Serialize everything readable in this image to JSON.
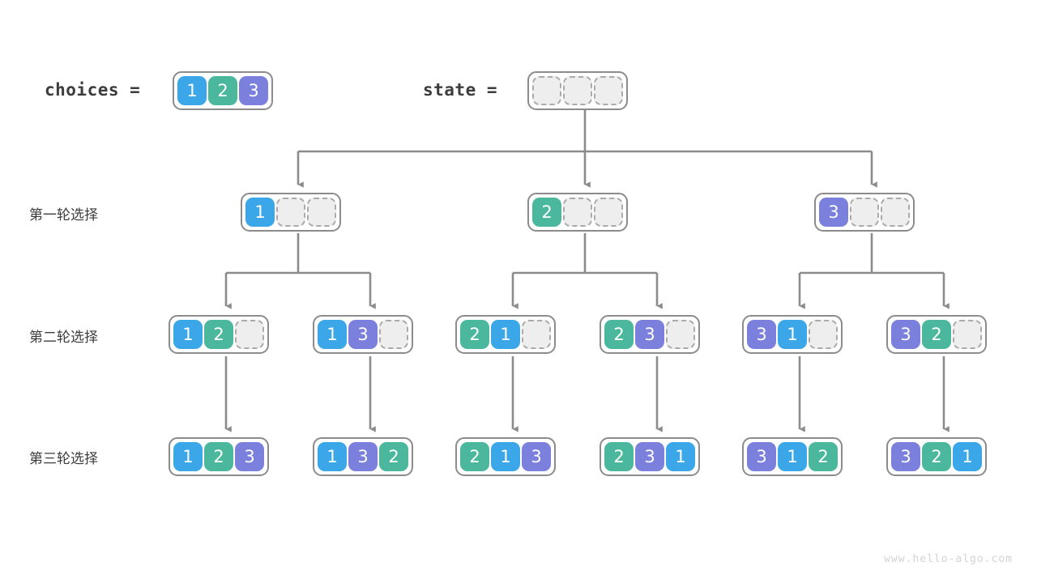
{
  "header": {
    "choices_label": "choices =",
    "choices_values": [
      "1",
      "2",
      "3"
    ],
    "state_label": "state =",
    "state_values": [
      "",
      "",
      ""
    ]
  },
  "rows": [
    {
      "label": "第一轮选择"
    },
    {
      "label": "第二轮选择"
    },
    {
      "label": "第三轮选择"
    }
  ],
  "level1": [
    {
      "values": [
        "1",
        "",
        ""
      ]
    },
    {
      "values": [
        "2",
        "",
        ""
      ]
    },
    {
      "values": [
        "3",
        "",
        ""
      ]
    }
  ],
  "level2": [
    {
      "values": [
        "1",
        "2",
        ""
      ]
    },
    {
      "values": [
        "1",
        "3",
        ""
      ]
    },
    {
      "values": [
        "2",
        "1",
        ""
      ]
    },
    {
      "values": [
        "2",
        "3",
        ""
      ]
    },
    {
      "values": [
        "3",
        "1",
        ""
      ]
    },
    {
      "values": [
        "3",
        "2",
        ""
      ]
    }
  ],
  "level3": [
    {
      "values": [
        "1",
        "2",
        "3"
      ]
    },
    {
      "values": [
        "1",
        "3",
        "2"
      ]
    },
    {
      "values": [
        "2",
        "1",
        "3"
      ]
    },
    {
      "values": [
        "2",
        "3",
        "1"
      ]
    },
    {
      "values": [
        "3",
        "1",
        "2"
      ]
    },
    {
      "values": [
        "3",
        "2",
        "1"
      ]
    }
  ],
  "colors": {
    "value_1": "#3ba7e8",
    "value_2": "#4bb89d",
    "value_3": "#7b80dc",
    "empty_cell": "#eeeeee",
    "node_border": "#8c8c8c",
    "connector": "#8c8c8c",
    "text": "#3c3c3c",
    "watermark": "#d3d3d3"
  },
  "watermark": "www.hello-algo.com"
}
